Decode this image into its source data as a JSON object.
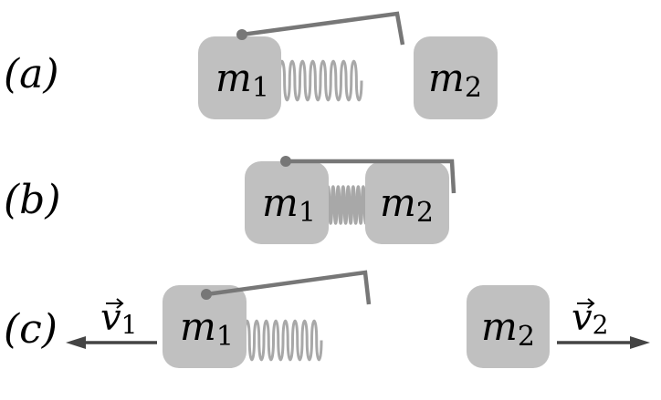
{
  "panels": [
    {
      "label": "(a)",
      "mass1": {
        "name": "m",
        "sub": "1"
      },
      "mass2": {
        "name": "m",
        "sub": "2"
      }
    },
    {
      "label": "(b)",
      "mass1": {
        "name": "m",
        "sub": "1"
      },
      "mass2": {
        "name": "m",
        "sub": "2"
      }
    },
    {
      "label": "(c)",
      "mass1": {
        "name": "m",
        "sub": "1"
      },
      "mass2": {
        "name": "m",
        "sub": "2"
      },
      "velocity1": {
        "name": "v",
        "sub": "1"
      },
      "velocity2": {
        "name": "v",
        "sub": "2"
      }
    }
  ],
  "colors": {
    "block": "#c0c0c0",
    "spring": "#a8a8a8",
    "rod": "#777777",
    "arrow": "#444444"
  }
}
